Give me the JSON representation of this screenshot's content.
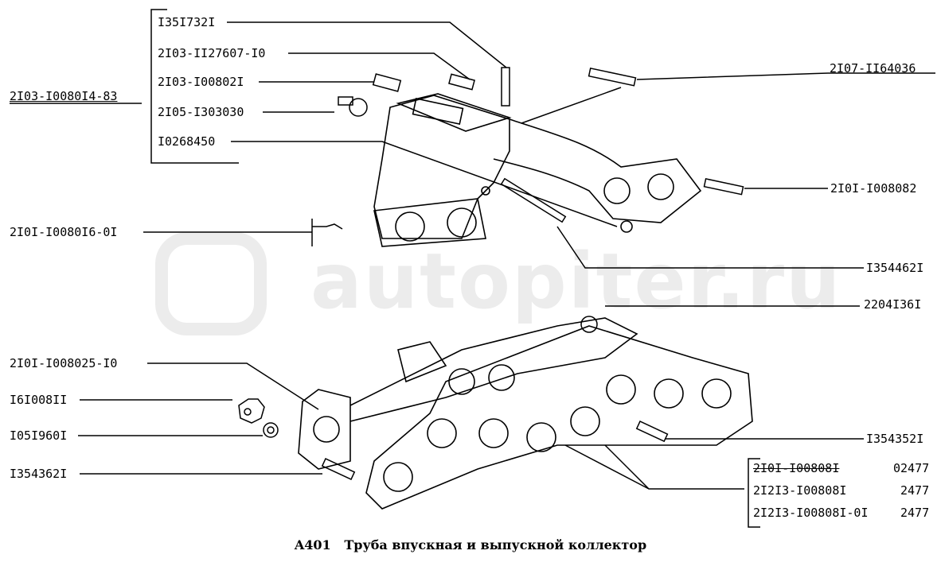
{
  "watermark": "autopiter.ru",
  "assembly_number": "2I03-I0080I4-83",
  "caption": {
    "code": "A401",
    "title": "Труба впускная и выпускной коллектор"
  },
  "labels": {
    "l1": "I35I732I",
    "l2": "2I03-II27607-I0",
    "l3": "2I03-I00802I",
    "l4": "2I05-I303030",
    "l5": "I0268450",
    "r1": "2I07-II64036",
    "r2": "2I0I-I008082",
    "l6": "2I0I-I0080I6-0I",
    "r3": "I354462I",
    "r4": "2204I36I",
    "l7": "2I0I-I008025-I0",
    "l8": "I6I008II",
    "l9": "I05I960I",
    "r5": "I354352I",
    "l10": "I354362I"
  },
  "gasket_variants": [
    {
      "part": "2I0I-I00808I",
      "code": "02477",
      "struck": true
    },
    {
      "part": "2I2I3-I00808I",
      "code": "2477",
      "struck": false
    },
    {
      "part": "2I2I3-I00808I-0I",
      "code": "2477",
      "struck": false
    }
  ]
}
